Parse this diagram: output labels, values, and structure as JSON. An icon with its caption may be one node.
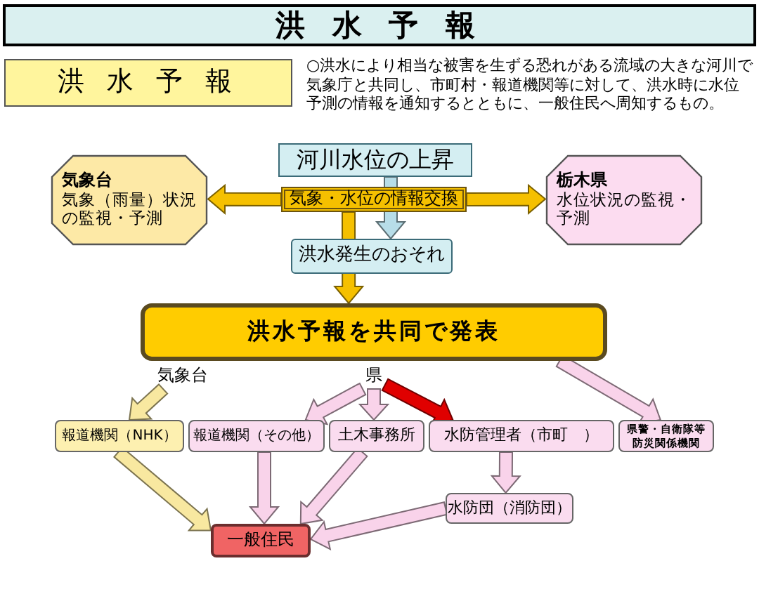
{
  "diagram": {
    "title": "洪 水 予 報",
    "nodes": [
      {
        "text": [
          "洪 水 予 報"
        ]
      },
      {
        "text": [
          "河川水位の上昇"
        ]
      },
      {
        "text": [
          "気象・水位の情報交換"
        ]
      },
      {
        "text": [
          "気象台",
          "気象（雨量）状況の監視・予測"
        ]
      },
      {
        "text": [
          "栃木県",
          "水位状況の監視・予測"
        ]
      },
      {
        "text": [
          "洪水発生のおそれ"
        ]
      },
      {
        "text": [
          "洪水予報を共同で発表"
        ]
      },
      {
        "text": [
          "気象台"
        ]
      },
      {
        "text": [
          "県"
        ]
      },
      {
        "text": [
          "報道機関（NHK）"
        ]
      },
      {
        "text": [
          "報道機関（その他）"
        ]
      },
      {
        "text": [
          "土木事務所"
        ]
      },
      {
        "text": [
          "水防管理者（市町　）"
        ]
      },
      {
        "text": [
          "県警・自衛隊等防災関係機関"
        ]
      },
      {
        "text": [
          "水防団（消防団）"
        ]
      },
      {
        "text": [
          "一般住民"
        ]
      }
    ],
    "edges": [
      {
        "from": 1,
        "to": 5,
        "arrow": "to",
        "color": "#b7dde8"
      },
      {
        "from": 2,
        "to": 3,
        "arrow": "to",
        "color": "#f5c000"
      },
      {
        "from": 2,
        "to": 4,
        "arrow": "to",
        "color": "#f5c000"
      },
      {
        "from": 2,
        "to": 6,
        "arrow": "to",
        "color": "#f5c000"
      },
      {
        "from": 7,
        "to": 9,
        "arrow": "to",
        "color": "#f8e8a0"
      },
      {
        "from": 8,
        "to": 10,
        "arrow": "to"
      },
      {
        "from": 8,
        "to": 11,
        "arrow": "to"
      },
      {
        "from": 8,
        "to": 12,
        "arrow": "to",
        "color": "#e00000"
      },
      {
        "from": 6,
        "to": 13,
        "arrow": "to"
      },
      {
        "from": 9,
        "to": 15,
        "arrow": "to",
        "color": "#f8e8a0"
      },
      {
        "from": 10,
        "to": 15,
        "arrow": "to"
      },
      {
        "from": 11,
        "to": 15,
        "arrow": "to"
      },
      {
        "from": 12,
        "to": 14,
        "arrow": "to"
      },
      {
        "from": 14,
        "to": 15,
        "arrow": "to"
      }
    ],
    "labels": [
      "○洪水により相当な被害を生ずる恐れがある流域の大きな河川で気象庁と共同し、市町村・報道機関等に対して、洪水時に水位予測の情報を通知するとともに、一般住民へ周知するもの。"
    ]
  }
}
